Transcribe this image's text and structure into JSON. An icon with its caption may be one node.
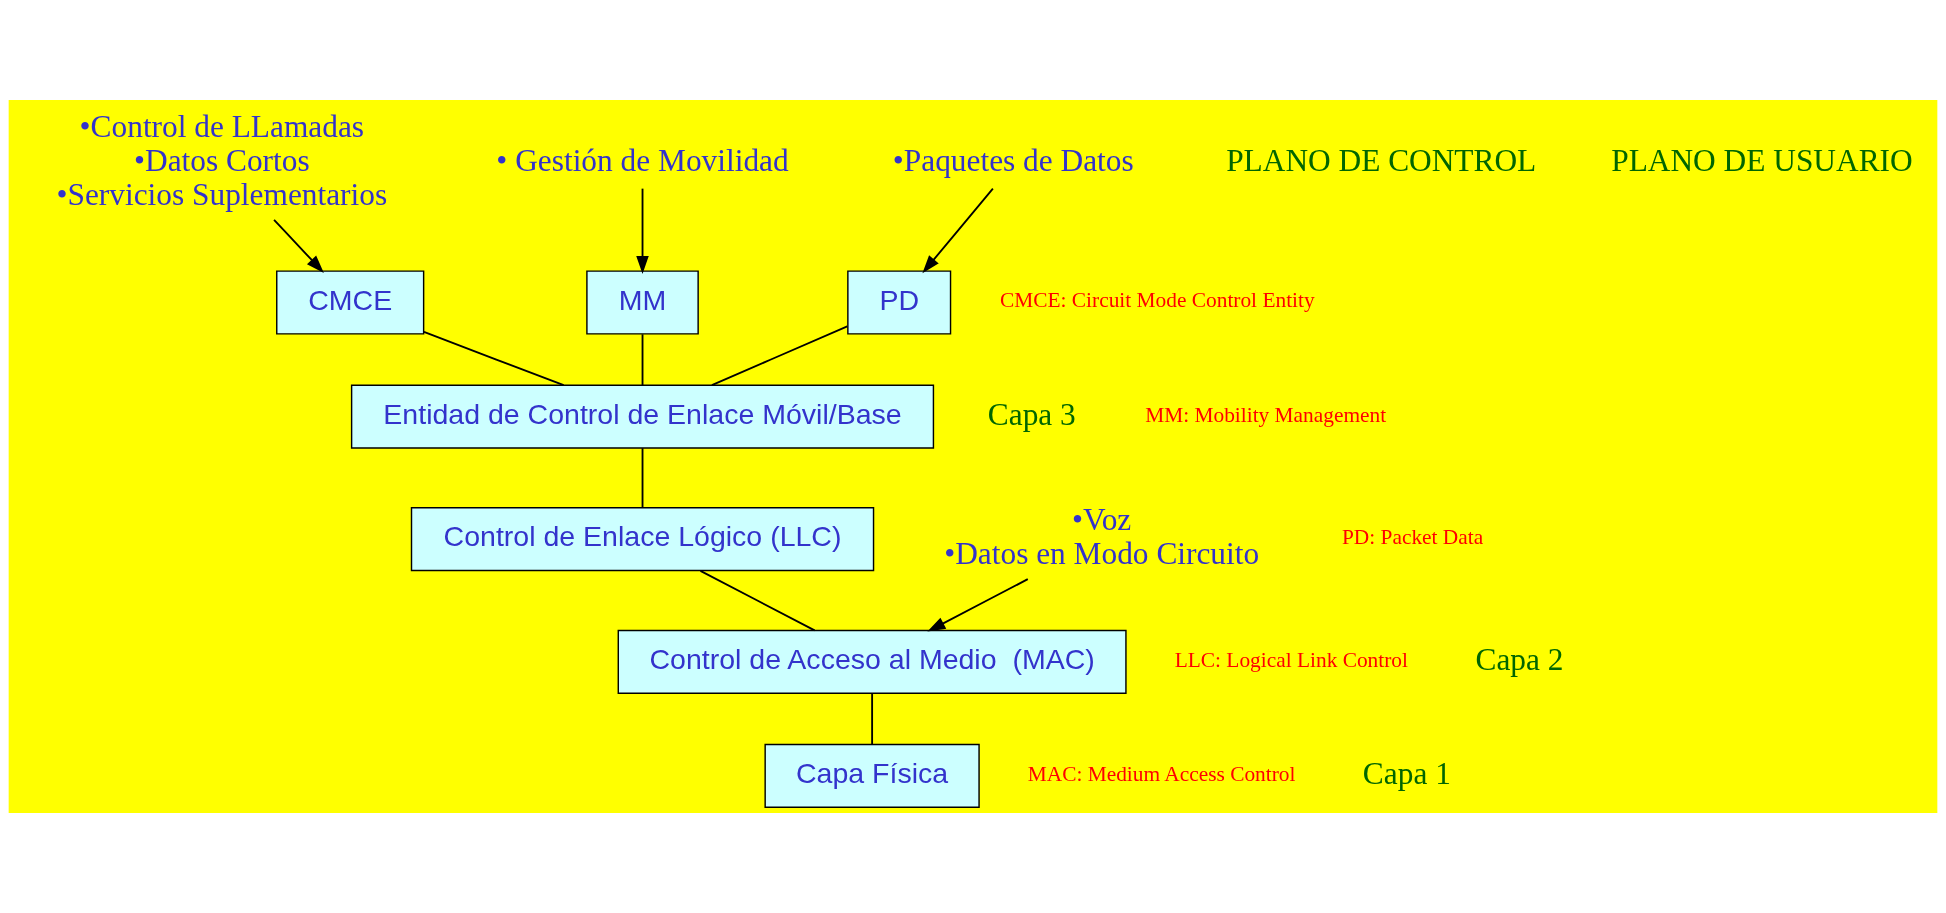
{
  "diagram": {
    "nodes": [
      {
        "text": [
          "•Control de LLamadas",
          "•Datos Cortos",
          "•Servicios Suplementarios"
        ]
      },
      {
        "text": [
          "• Gestión de Movilidad"
        ]
      },
      {
        "text": [
          "•Paquetes de Datos"
        ]
      },
      {
        "text": [
          "•Voz",
          "•Datos en Modo Circuito"
        ]
      },
      {
        "text": [
          "MM"
        ]
      },
      {
        "text": [
          "CMCE"
        ]
      },
      {
        "text": [
          "PD"
        ]
      },
      {
        "text": [
          "Entidad de Control de Enlace Móvil/Base"
        ]
      },
      {
        "text": [
          "Control de Enlace Lógico (LLC)"
        ]
      },
      {
        "text": [
          "Control de Acceso al Medio  (MAC)"
        ]
      },
      {
        "text": [
          "Capa Física"
        ]
      }
    ],
    "edges": [
      {
        "from": 0,
        "to": 5,
        "arrow": "to"
      },
      {
        "from": 1,
        "to": 4,
        "arrow": "to"
      },
      {
        "from": 2,
        "to": 6,
        "arrow": "to"
      },
      {
        "from": 3,
        "to": 9,
        "arrow": "to"
      },
      {
        "from": 4,
        "to": 7,
        "arrow": "none"
      },
      {
        "from": 5,
        "to": 7,
        "arrow": "none"
      },
      {
        "from": 6,
        "to": 7,
        "arrow": "none"
      },
      {
        "from": 7,
        "to": 8,
        "arrow": "none"
      },
      {
        "from": 8,
        "to": 9,
        "arrow": "none"
      },
      {
        "from": 9,
        "to": 10,
        "arrow": "none"
      }
    ],
    "labels": [
      "PLANO DE CONTROL",
      "PLANO DE USUARIO",
      "Capa 3",
      "CMCE: Circuit Mode Control Entity",
      "MM: Mobility Management",
      "PD: Packet Data",
      "LLC: Logical Link Control",
      "MAC: Medium Access Control",
      "Capa 2",
      "Capa 1"
    ]
  }
}
